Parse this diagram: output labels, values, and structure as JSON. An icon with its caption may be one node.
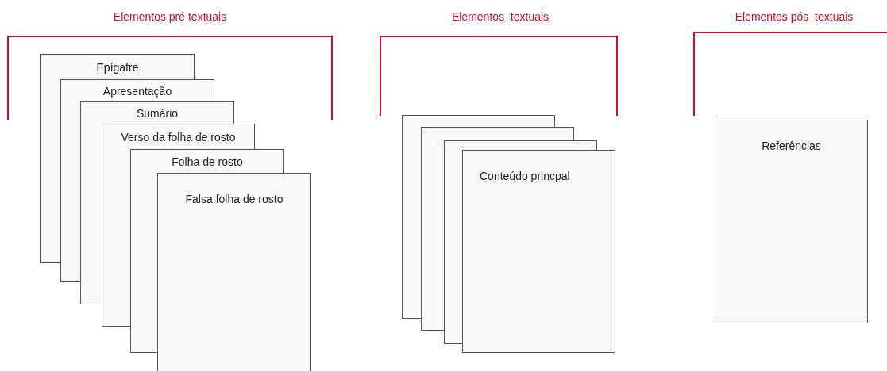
{
  "diagram": {
    "nodes": [
      {
        "text": [
          "Epígafre"
        ]
      },
      {
        "text": [
          "Apresentação"
        ]
      },
      {
        "text": [
          "Sumário"
        ]
      },
      {
        "text": [
          "Verso da folha de rosto"
        ]
      },
      {
        "text": [
          "Folha de rosto"
        ]
      },
      {
        "text": [
          "Falsa folha de rosto"
        ]
      },
      {
        "text": [],
        "shape": "box"
      },
      {
        "text": [],
        "shape": "box"
      },
      {
        "text": [],
        "shape": "box"
      },
      {
        "text": [
          "Conteúdo princpal"
        ]
      },
      {
        "text": [
          "Referências"
        ]
      }
    ],
    "labels": [
      "Elementos pré textuais",
      "Elementos  textuais",
      "Elementos pós  textuais"
    ]
  }
}
